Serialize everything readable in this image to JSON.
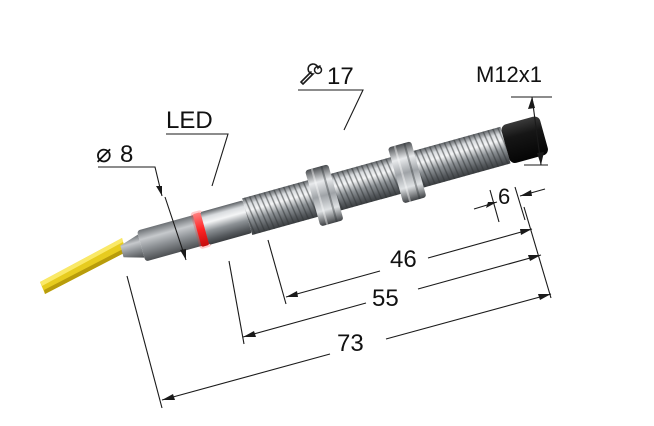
{
  "labels": {
    "diameter_symbol": "⌀",
    "diameter_value": "8",
    "led": "LED",
    "wrench_value": "17",
    "thread": "M12x1",
    "dim_6": "6",
    "dim_46": "46",
    "dim_55": "55",
    "dim_73": "73"
  },
  "colors": {
    "cable": "#e7cc1f",
    "cable_shadow": "#b89c0b",
    "led": "#ff2b2b",
    "metal": "#9a9ea2",
    "cap": "#111111",
    "dimension_lines": "#1a1a1a"
  },
  "icons": {
    "wrench": "wrench-icon",
    "diameter": "diameter-symbol-icon"
  }
}
